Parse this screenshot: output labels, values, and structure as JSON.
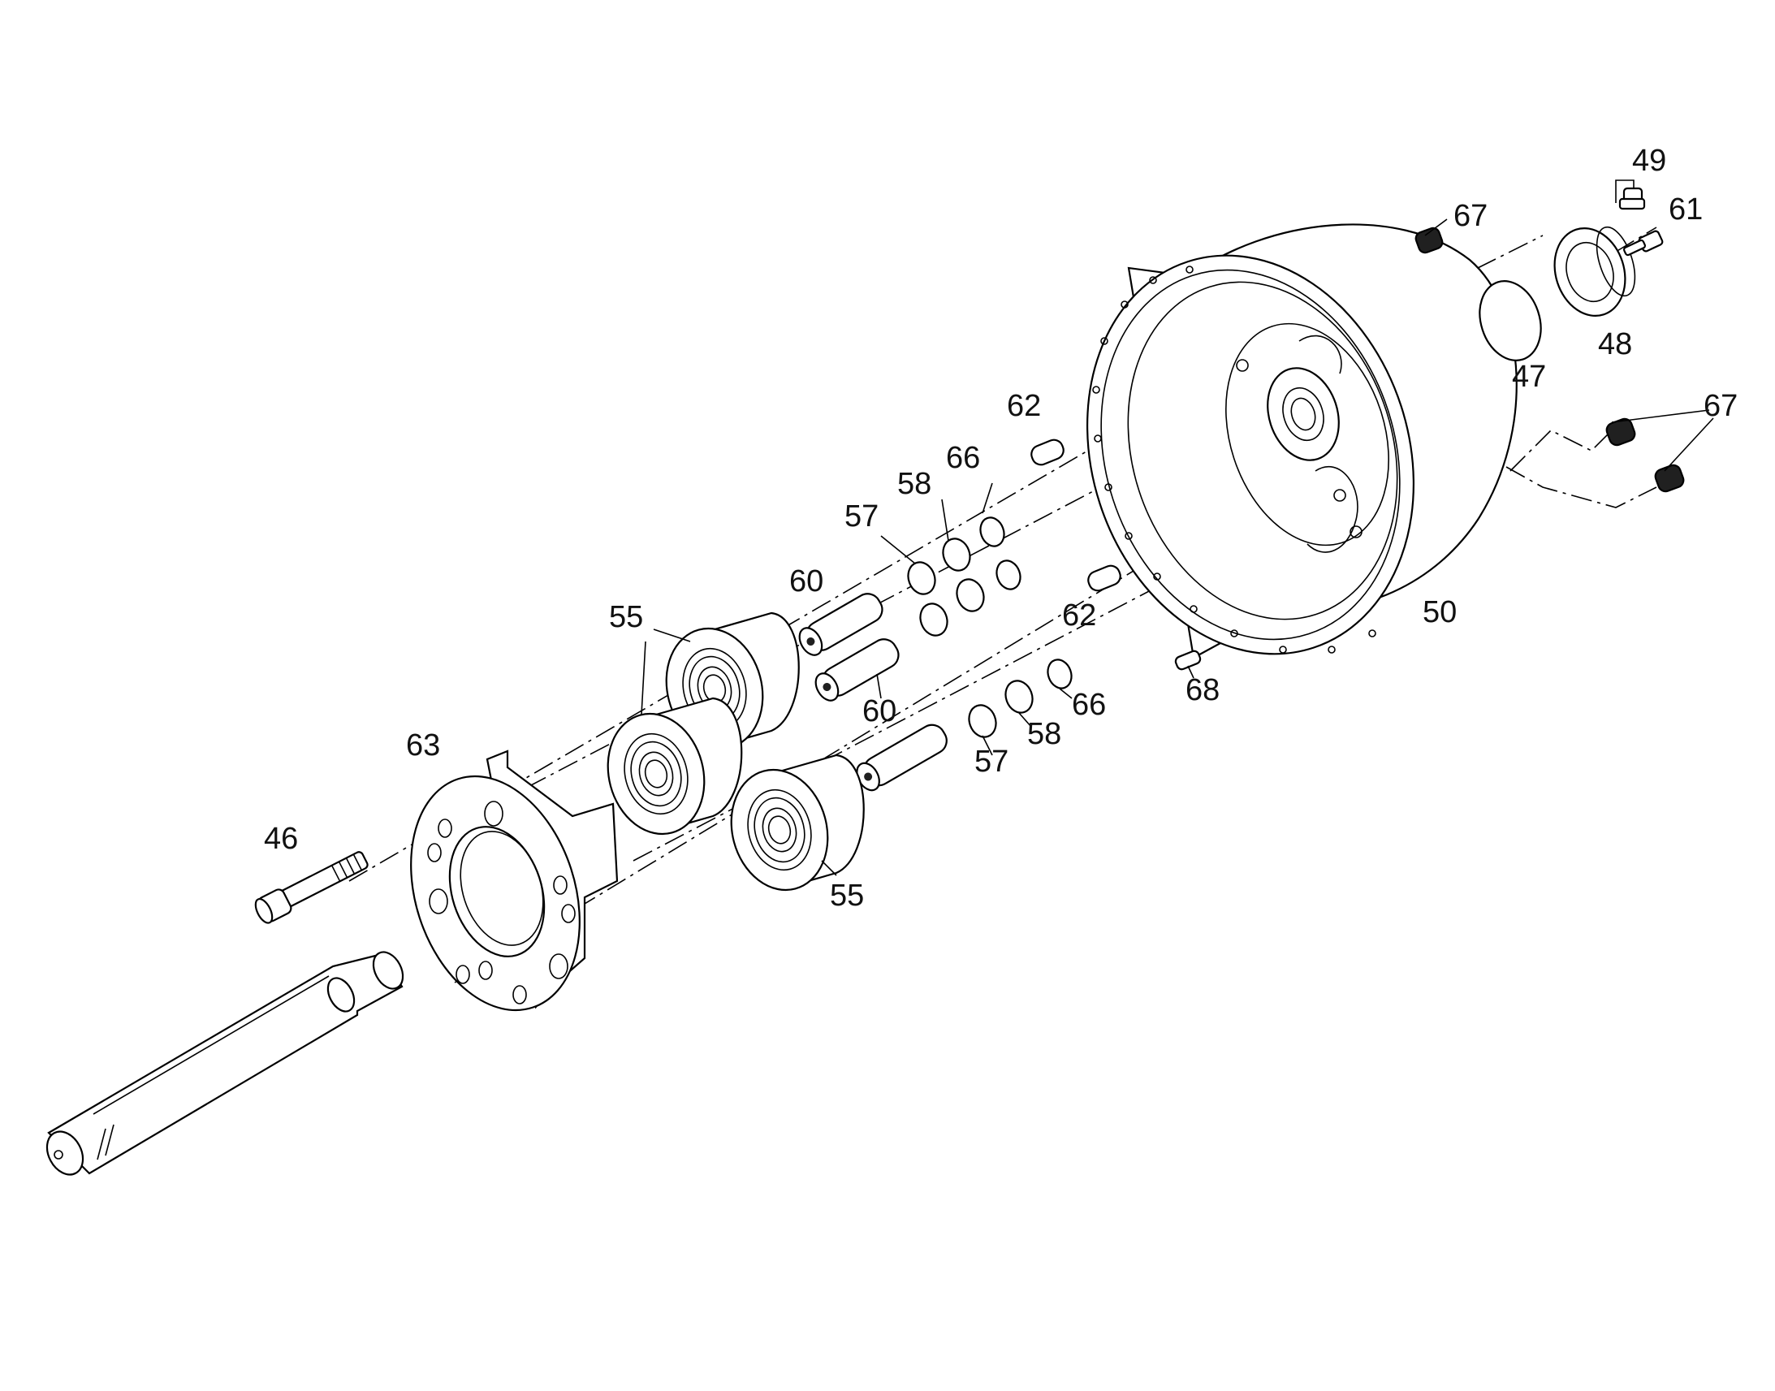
{
  "callouts": {
    "c49": "49",
    "c67a": "67",
    "c61": "61",
    "c48": "48",
    "c47": "47",
    "c67b": "67",
    "c62a": "62",
    "c66a": "66",
    "c58a": "58",
    "c57a": "57",
    "c60a": "60",
    "c55a": "55",
    "c62b": "62",
    "c50": "50",
    "c68": "68",
    "c60b": "60",
    "c66b": "66",
    "c58b": "58",
    "c57b": "57",
    "c63": "63",
    "c46": "46",
    "c55b": "55"
  },
  "colors": {
    "line": "#000000",
    "background": "#ffffff"
  }
}
